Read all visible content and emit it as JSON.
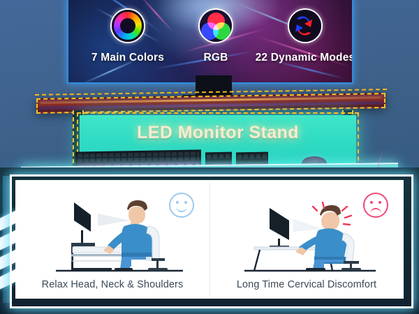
{
  "background": {
    "color": "#3d6189",
    "bottom_color": "#112b38"
  },
  "monitor": {
    "name": "gaming-monitor",
    "screen_description": "abstract neon light streaks wallpaper",
    "features": [
      {
        "label": "7 Main Colors",
        "icon": "color-wheel-icon",
        "accent": "#ff2a8f"
      },
      {
        "label": "RGB",
        "icon": "rgb-venn-icon",
        "accent": "#ff1f1f"
      },
      {
        "label": "22 Dynamic Modes",
        "icon": "cycle-arrows-icon",
        "accent": "#1f3dff"
      }
    ]
  },
  "product": {
    "title": "LED Monitor Stand",
    "title_color": "#f7eccd",
    "glow_color": "#35ddc4",
    "led_bar_outline_color": "#ffc21e"
  },
  "comparison": {
    "left": {
      "label": "Relax Head, Neck & Shoulders",
      "face": "smiley-face-icon",
      "face_color": "#9ec8f0",
      "posture": "upright ergonomic posture at raised monitor"
    },
    "right": {
      "label": "Long Time Cervical Discomfort",
      "face": "sad-face-icon",
      "face_color": "#ef4a78",
      "posture": "hunched forward at low monitor"
    }
  }
}
